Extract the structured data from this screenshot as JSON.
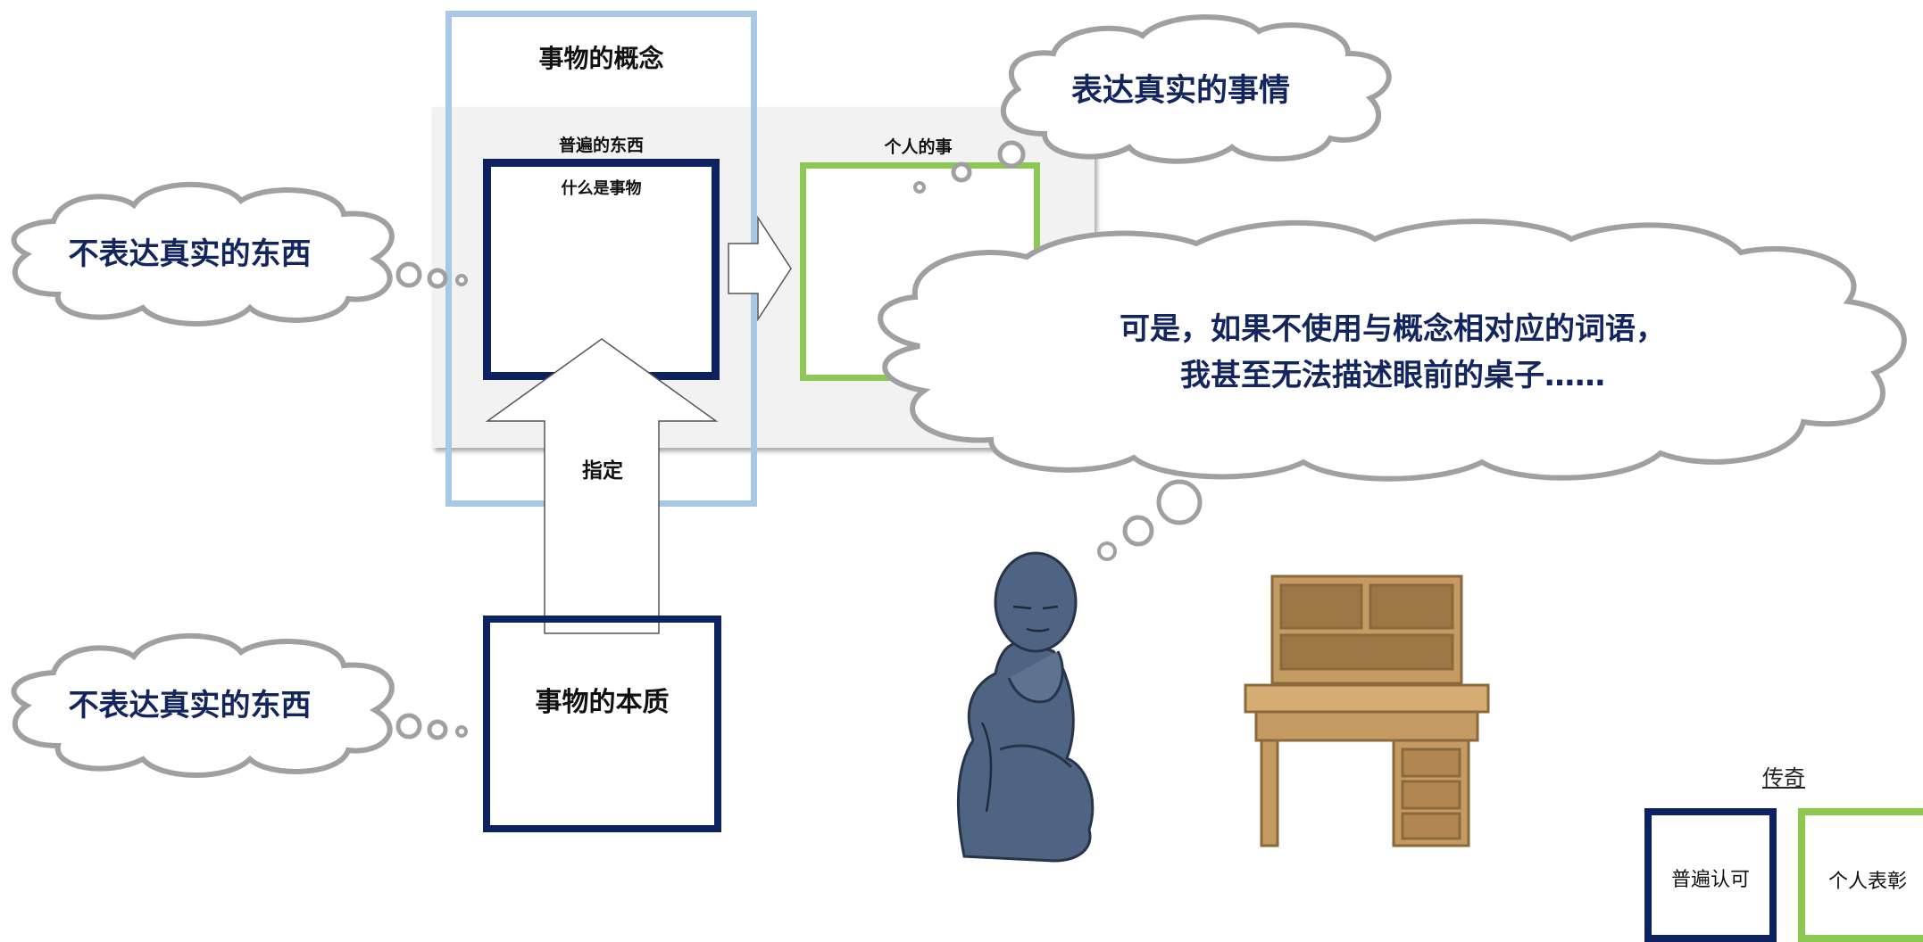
{
  "concept": {
    "title": "事物的概念",
    "universal_label": "普遍的东西",
    "universal_inner": "什么是事物",
    "individual_label": "个人的事"
  },
  "arrow_label": "指定",
  "essence_label": "事物的本质",
  "clouds": {
    "left_top": "不表达真实的东西",
    "left_bottom": "不表达真实的东西",
    "top_right": "表达真实的事情",
    "big": [
      "可是，如果不使用与概念相对应的词语，",
      "我甚至无法描述眼前的桌子……"
    ]
  },
  "legend": {
    "title": "传奇",
    "items": [
      {
        "label": "普遍认可",
        "color": "#0d2260"
      },
      {
        "label": "个人表彰",
        "color": "#8cc852"
      }
    ]
  },
  "colors": {
    "navy": "#0d2260",
    "green": "#8cc852",
    "light_blue": "#a8c8e6",
    "panel": "#f2f2f2",
    "cloud_stroke": "#a0a0a0",
    "cloud_text": "#13255f"
  }
}
